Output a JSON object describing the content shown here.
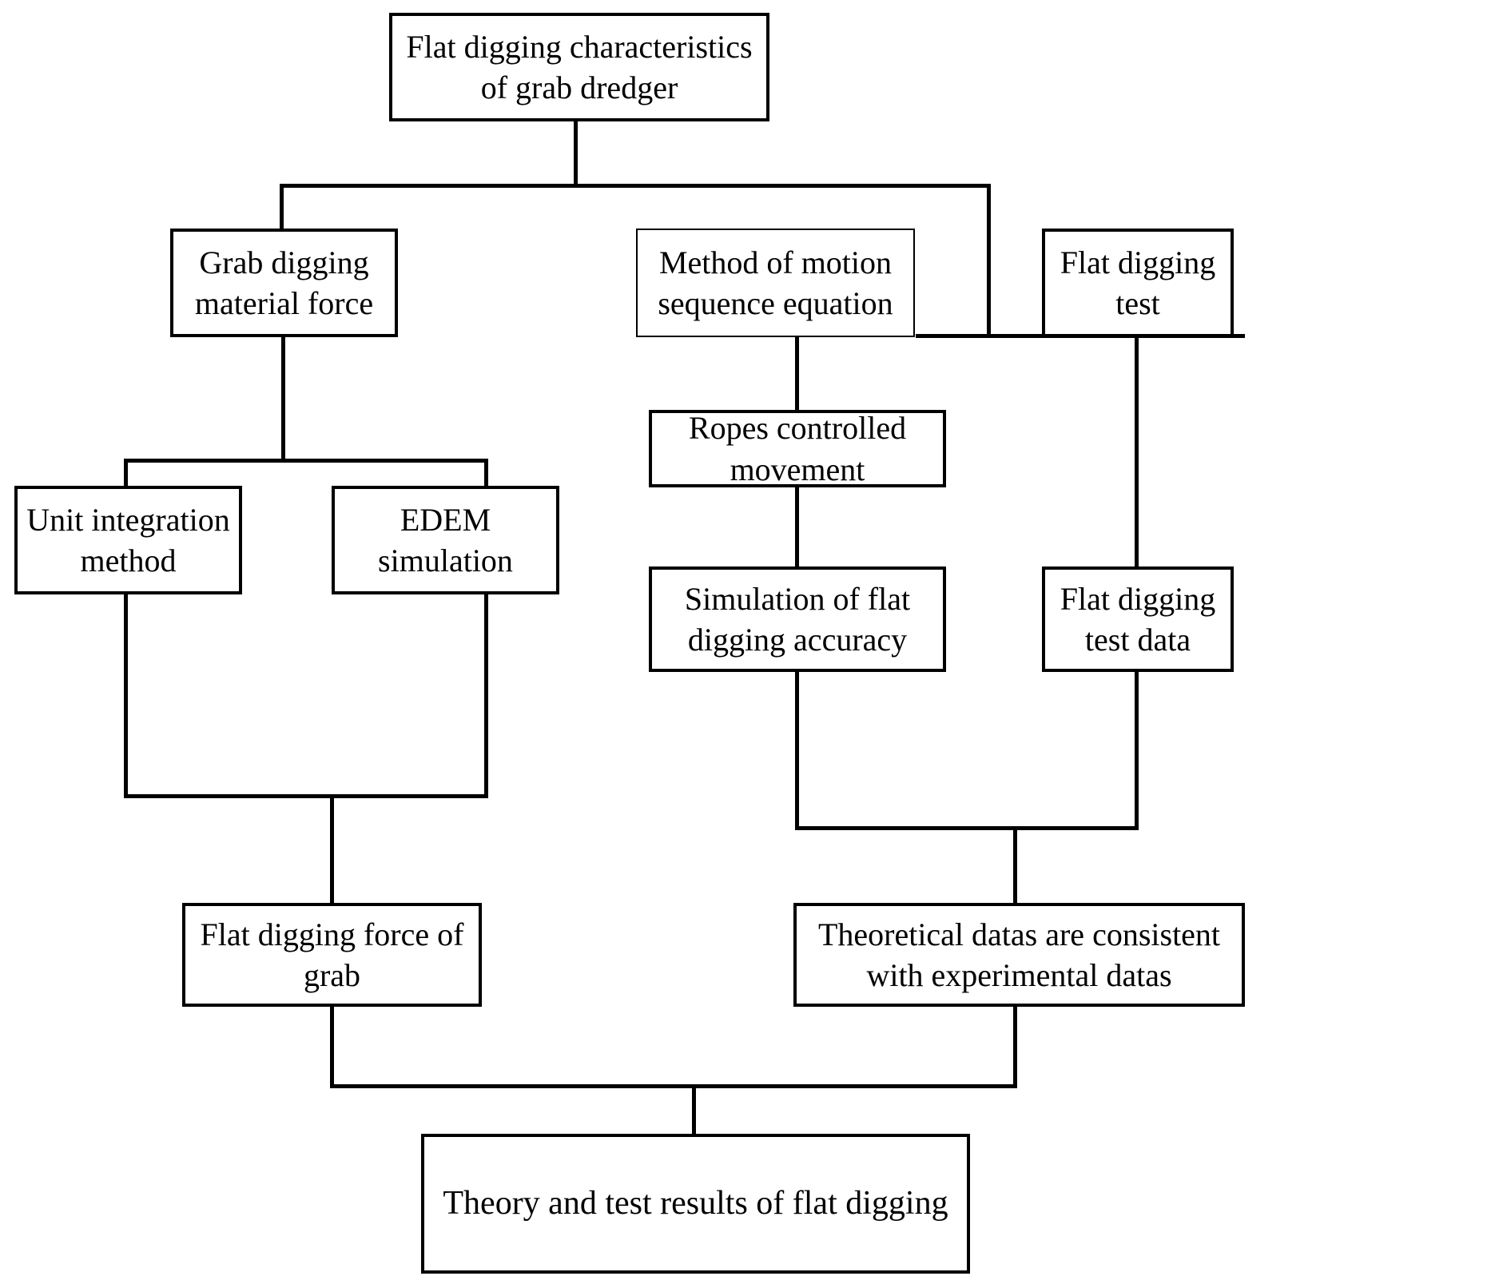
{
  "diagram": {
    "title": "Flat digging characteristics of grab dredger research flowchart",
    "type": "flowchart",
    "orientation": "top-down",
    "stroke_color": "#000000",
    "fill_color": "#ffffff",
    "nodes": [
      {
        "id": "root",
        "label": "Flat digging characteristics\nof grab dredger",
        "font_size": 40,
        "border": "thick"
      },
      {
        "id": "grab_force",
        "label": "Grab digging\nmaterial force",
        "font_size": 40,
        "border": "thick"
      },
      {
        "id": "motion_method",
        "label": "Method of motion\nsequence equation",
        "font_size": 40,
        "border": "thin"
      },
      {
        "id": "flat_test",
        "label": "Flat digging\ntest",
        "font_size": 40,
        "border": "thick"
      },
      {
        "id": "unit_integration",
        "label": "Unit integration\nmethod",
        "font_size": 40,
        "border": "thick"
      },
      {
        "id": "edem",
        "label": "EDEM\nsimulation",
        "font_size": 40,
        "border": "thick"
      },
      {
        "id": "ropes",
        "label": "Ropes controlled\nmovement",
        "font_size": 40,
        "border": "thick"
      },
      {
        "id": "sim_accuracy",
        "label": "Simulation of flat\ndigging accuracy",
        "font_size": 40,
        "border": "thick"
      },
      {
        "id": "test_data",
        "label": "Flat digging\ntest data",
        "font_size": 40,
        "border": "thick"
      },
      {
        "id": "flat_force",
        "label": "Flat digging force of\ngrab",
        "font_size": 40,
        "border": "thick"
      },
      {
        "id": "consistent",
        "label": "Theoretical datas are consistent\nwith experimental datas",
        "font_size": 40,
        "border": "thick"
      },
      {
        "id": "results",
        "label": "Theory and test results of flat digging",
        "font_size": 42,
        "border": "thick"
      }
    ],
    "edges": [
      {
        "from": "root",
        "to": "grab_force"
      },
      {
        "from": "root",
        "to": "flat_test"
      },
      {
        "from": "grab_force",
        "to": "unit_integration"
      },
      {
        "from": "grab_force",
        "to": "edem"
      },
      {
        "from": "motion_method",
        "to": "flat_test"
      },
      {
        "from": "motion_method",
        "to": "ropes"
      },
      {
        "from": "ropes",
        "to": "sim_accuracy"
      },
      {
        "from": "flat_test",
        "to": "test_data"
      },
      {
        "from": "unit_integration",
        "to": "flat_force"
      },
      {
        "from": "edem",
        "to": "flat_force"
      },
      {
        "from": "sim_accuracy",
        "to": "consistent"
      },
      {
        "from": "test_data",
        "to": "consistent"
      },
      {
        "from": "flat_force",
        "to": "results"
      },
      {
        "from": "consistent",
        "to": "results"
      }
    ]
  }
}
